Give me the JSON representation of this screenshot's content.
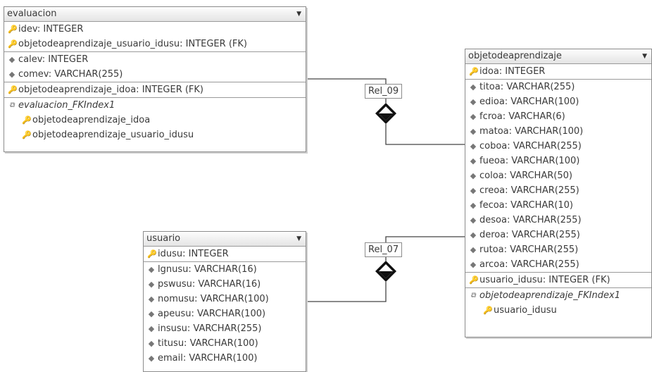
{
  "tables": {
    "evaluacion": {
      "title": "evaluacion",
      "rows": [
        {
          "text": "idev: INTEGER",
          "icon": "key-icon"
        },
        {
          "text": "objetodeaprendizaje_usuario_idusu: INTEGER (FK)",
          "icon": "key-icon"
        },
        {
          "text": "calev: INTEGER",
          "icon": "diamond-icon"
        },
        {
          "text": "comev: VARCHAR(255)",
          "icon": "diamond-icon"
        },
        {
          "text": "objetodeaprendizaje_idoa: INTEGER (FK)",
          "icon": "key-icon"
        }
      ],
      "index": {
        "name": "evaluacion_FKIndex1",
        "columns": [
          "objetodeaprendizaje_idoa",
          "objetodeaprendizaje_usuario_idusu"
        ]
      }
    },
    "objetodeaprendizaje": {
      "title": "objetodeaprendizaje",
      "rows": [
        {
          "text": "idoa: INTEGER",
          "icon": "key-icon"
        },
        {
          "text": "titoa: VARCHAR(255)",
          "icon": "diamond-icon"
        },
        {
          "text": "edioa: VARCHAR(100)",
          "icon": "diamond-icon"
        },
        {
          "text": "fcroa: VARCHAR(6)",
          "icon": "diamond-icon"
        },
        {
          "text": "matoa: VARCHAR(100)",
          "icon": "diamond-icon"
        },
        {
          "text": "coboa: VARCHAR(255)",
          "icon": "diamond-icon"
        },
        {
          "text": "fueoa: VARCHAR(100)",
          "icon": "diamond-icon"
        },
        {
          "text": "coloa: VARCHAR(50)",
          "icon": "diamond-icon"
        },
        {
          "text": "creoa: VARCHAR(255)",
          "icon": "diamond-icon"
        },
        {
          "text": "fecoa: VARCHAR(10)",
          "icon": "diamond-icon"
        },
        {
          "text": "desoa: VARCHAR(255)",
          "icon": "diamond-icon"
        },
        {
          "text": "deroa: VARCHAR(255)",
          "icon": "diamond-icon"
        },
        {
          "text": "rutoa: VARCHAR(255)",
          "icon": "diamond-icon"
        },
        {
          "text": "arcoa: VARCHAR(255)",
          "icon": "diamond-icon"
        },
        {
          "text": "usuario_idusu: INTEGER (FK)",
          "icon": "key-icon"
        }
      ],
      "index": {
        "name": "objetodeaprendizaje_FKIndex1",
        "columns": [
          "usuario_idusu"
        ]
      }
    },
    "usuario": {
      "title": "usuario",
      "rows": [
        {
          "text": "idusu: INTEGER",
          "icon": "key-icon"
        },
        {
          "text": "lgnusu: VARCHAR(16)",
          "icon": "diamond-icon"
        },
        {
          "text": "pswusu: VARCHAR(16)",
          "icon": "diamond-icon"
        },
        {
          "text": "nomusu: VARCHAR(100)",
          "icon": "diamond-icon"
        },
        {
          "text": "apeusu: VARCHAR(100)",
          "icon": "diamond-icon"
        },
        {
          "text": "insusu: VARCHAR(255)",
          "icon": "diamond-icon"
        },
        {
          "text": "titusu: VARCHAR(100)",
          "icon": "diamond-icon"
        },
        {
          "text": "email: VARCHAR(100)",
          "icon": "diamond-icon"
        }
      ]
    }
  },
  "relations": [
    {
      "label": "Rel_09",
      "from": "evaluacion",
      "to": "objetodeaprendizaje"
    },
    {
      "label": "Rel_07",
      "from": "usuario",
      "to": "objetodeaprendizaje"
    }
  ],
  "icons": {
    "dropdown": "▼",
    "key": "🔑",
    "diamond": "◆",
    "index": "⧉"
  }
}
